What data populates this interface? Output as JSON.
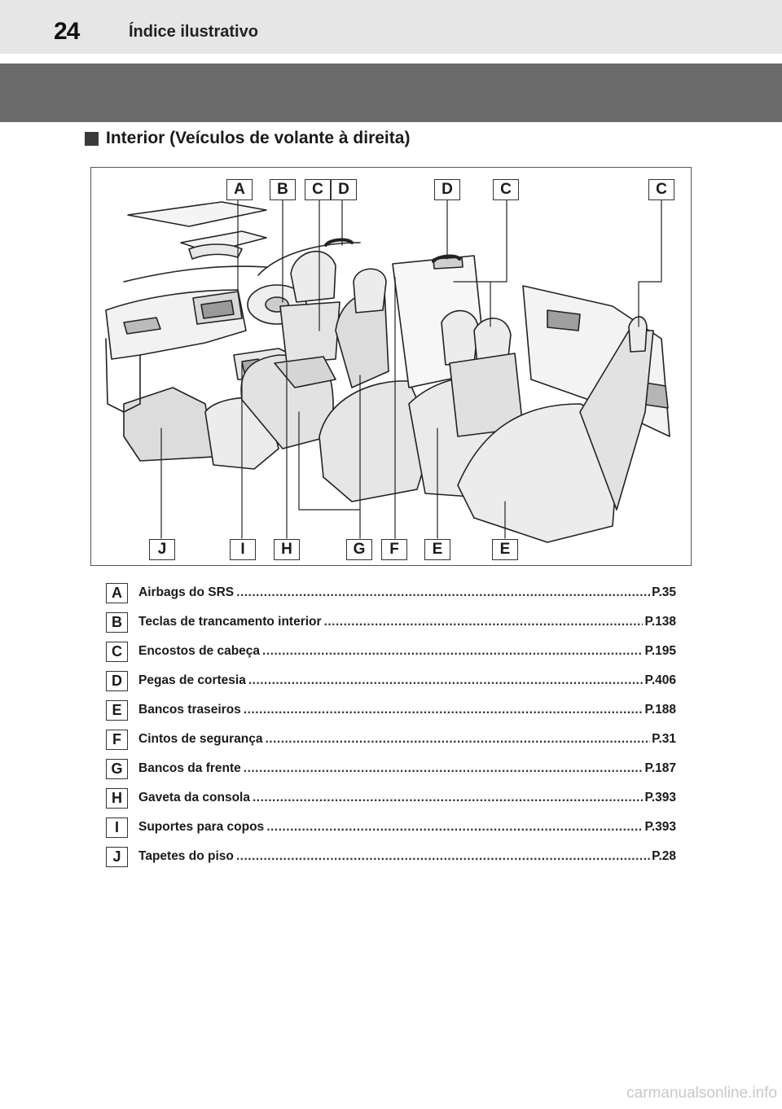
{
  "header": {
    "page_number": "24",
    "section_title": "Índice ilustrativo"
  },
  "subsection": {
    "title": "Interior (Veículos de volante à direita)"
  },
  "illustration": {
    "callouts_top": [
      "A",
      "B",
      "C",
      "D",
      "D",
      "C",
      "C"
    ],
    "callouts_bottom": [
      "J",
      "I",
      "H",
      "G",
      "F",
      "E",
      "E"
    ]
  },
  "legend": {
    "items": [
      {
        "letter": "A",
        "label": "Airbags do SRS",
        "page": "P.35"
      },
      {
        "letter": "B",
        "label": "Teclas de trancamento interior",
        "page": "P.138"
      },
      {
        "letter": "C",
        "label": "Encostos de cabeça",
        "page": "P.195"
      },
      {
        "letter": "D",
        "label": "Pegas de cortesia",
        "page": "P.406"
      },
      {
        "letter": "E",
        "label": "Bancos traseiros",
        "page": "P.188"
      },
      {
        "letter": "F",
        "label": "Cintos de segurança",
        "page": "P.31"
      },
      {
        "letter": "G",
        "label": "Bancos da frente",
        "page": "P.187"
      },
      {
        "letter": "H",
        "label": "Gaveta da consola",
        "page": "P.393"
      },
      {
        "letter": "I",
        "label": "Suportes para copos",
        "page": "P.393"
      },
      {
        "letter": "J",
        "label": "Tapetes do piso",
        "page": "P.28"
      }
    ]
  },
  "watermark": "carmanualsonline.info",
  "colors": {
    "header_bg": "#e6e6e6",
    "band": "#6b6b6b",
    "ink": "#1a1a1a"
  }
}
